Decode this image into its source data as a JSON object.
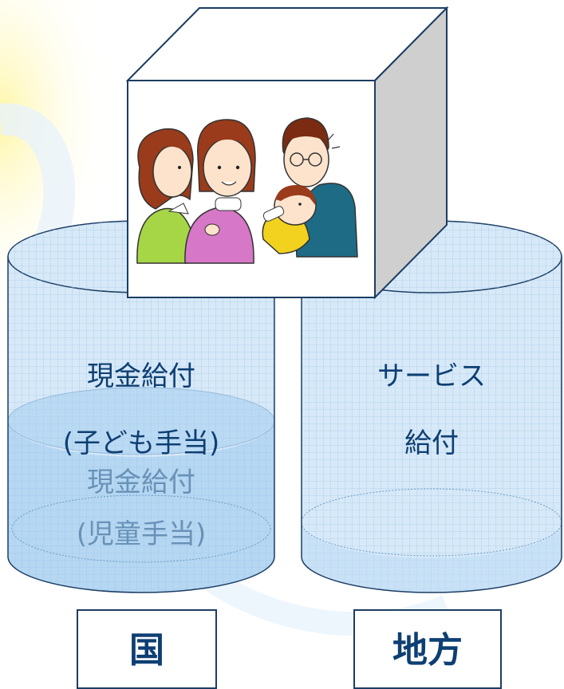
{
  "left_cylinder": {
    "current_label_1": "現金給付",
    "current_label_2": "(子ども手当)",
    "previous_label_1": "現金給付",
    "previous_label_2": "(児童手当)"
  },
  "right_cylinder": {
    "label_1": "サービス",
    "label_2": "給付"
  },
  "boxes": {
    "national": "国",
    "local": "地方"
  },
  "illustration": {
    "icon": "family-illustration",
    "people": [
      "girl",
      "mother",
      "father",
      "baby"
    ]
  },
  "colors": {
    "cylinder_fill": "#cfe4f7",
    "cylinder_grid": "#a9cbea",
    "cylinder_stroke": "#1b3d63",
    "text": "#0e3f73",
    "cube_side": "#cfcfcf"
  }
}
